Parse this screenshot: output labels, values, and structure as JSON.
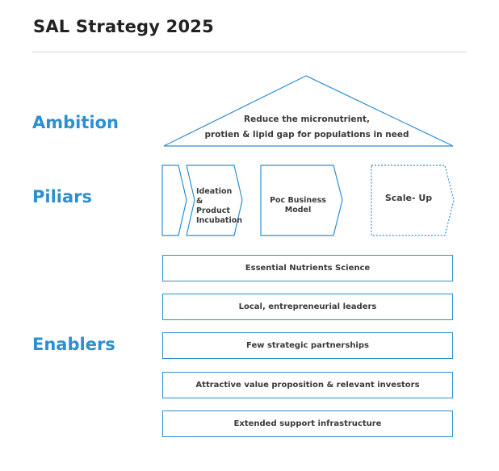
{
  "title": "SAL Strategy 2025",
  "sections": {
    "ambition": "Ambition",
    "pillars": "Piliars",
    "enablers": "Enablers"
  },
  "ambition_text": {
    "line1": "Reduce the micronutrient,",
    "line2": "protien & lipid gap for populations in need"
  },
  "pillars": [
    {
      "label": "Ideation & Product Incubation",
      "lines": [
        "Ideation &",
        "Product",
        "Incubation"
      ],
      "style": "solid"
    },
    {
      "label": "Poc Business Model",
      "style": "solid"
    },
    {
      "label": "Scale- Up",
      "style": "dotted"
    }
  ],
  "enablers": [
    "Essential Nutrients Science",
    "Local, entrepreneurial leaders",
    "Few strategic partnerships",
    "Attractive value proposition & relevant investors",
    "Extended support infrastructure"
  ],
  "colors": {
    "accent": "#2d8fd0",
    "title": "#222222",
    "text": "#3a3a3a",
    "rule": "#d6d6d6"
  }
}
